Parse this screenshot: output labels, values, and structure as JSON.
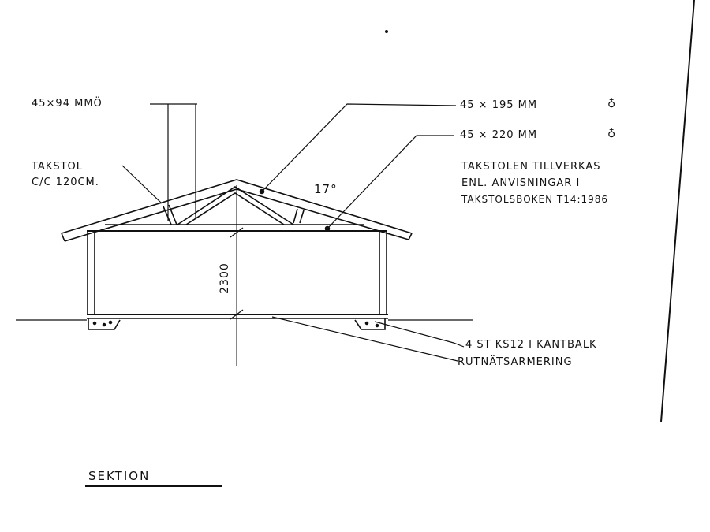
{
  "labels": {
    "top_chord_left": "45×94 MMÖ",
    "top_chord": "45 × 195  MM",
    "bottom_chord": "45 × 220  MM",
    "truss_label": "TAKSTOL",
    "truss_spacing": "C/C 120CM.",
    "pitch": "17°",
    "note_line1": "TAKSTOLEN TILLVERKAS",
    "note_line2": "ENL. ANVISNINGAR I",
    "note_line3": "TAKSTOLSBOKEN T14:1986",
    "height_dim": "2300",
    "foundation_line1": "4 ST KS12 I KANTBALK",
    "foundation_line2": "RUTNÄTSARMERING",
    "section_title": "SEKTION",
    "symbol": "♁"
  }
}
